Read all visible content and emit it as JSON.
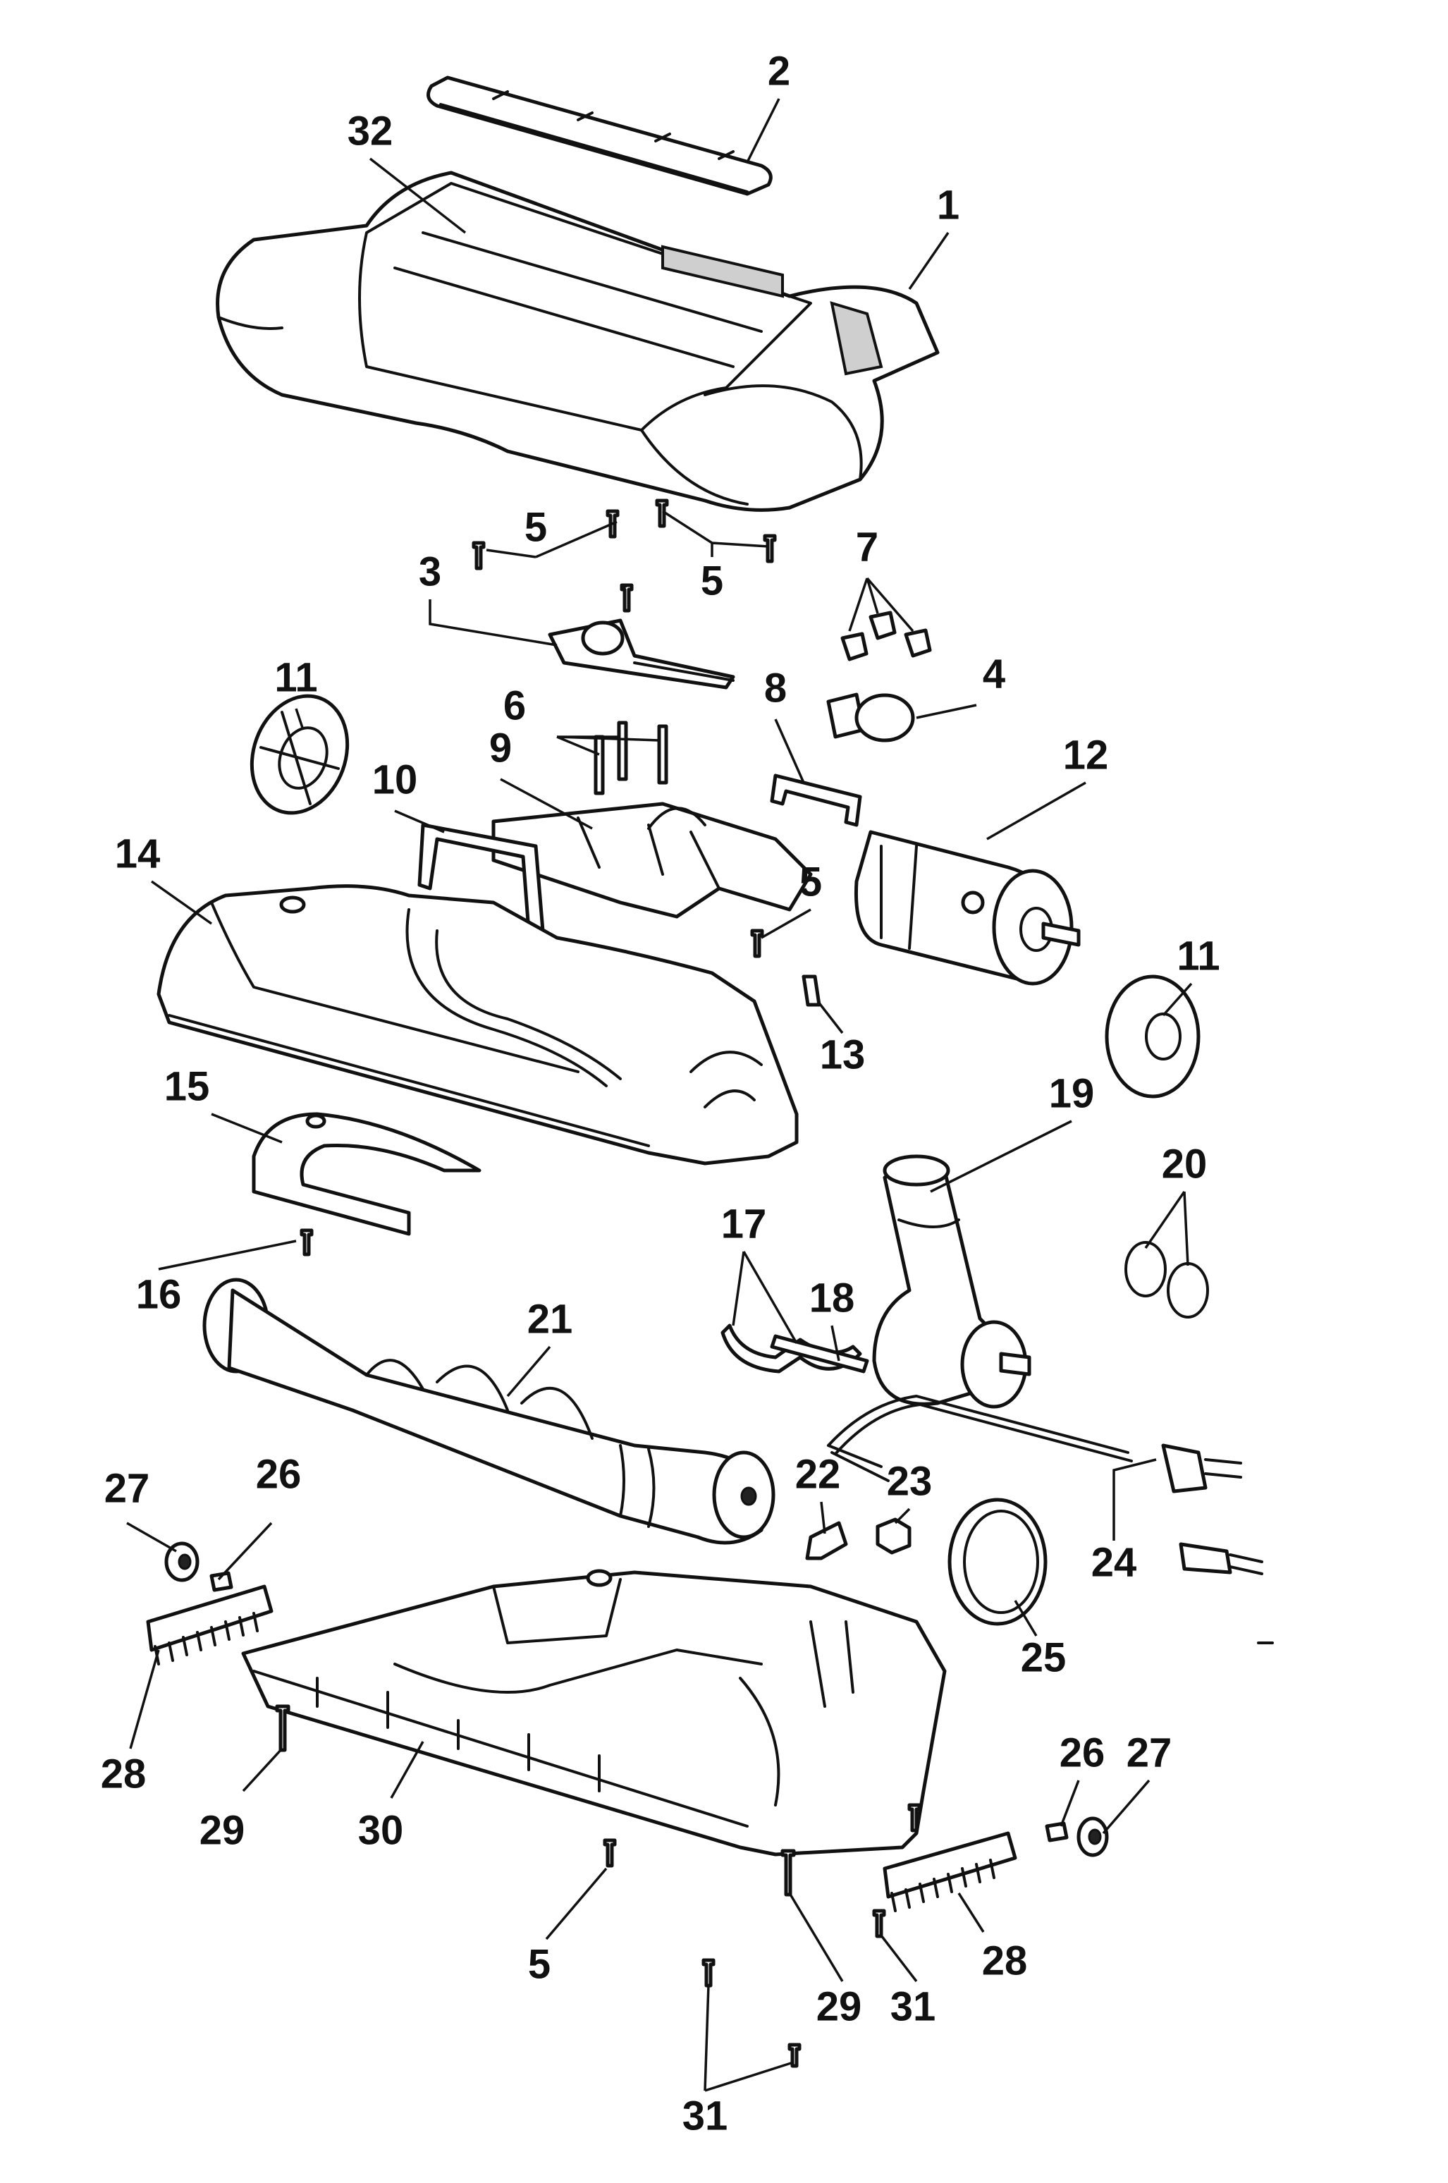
{
  "diagram": {
    "type": "exploded-parts-view",
    "callouts": [
      {
        "id": "c2",
        "label": "2"
      },
      {
        "id": "c32",
        "label": "32"
      },
      {
        "id": "c1",
        "label": "1"
      },
      {
        "id": "c5a",
        "label": "5"
      },
      {
        "id": "c5b",
        "label": "5"
      },
      {
        "id": "c3",
        "label": "3"
      },
      {
        "id": "c7",
        "label": "7"
      },
      {
        "id": "c4",
        "label": "4"
      },
      {
        "id": "c11a",
        "label": "11"
      },
      {
        "id": "c6",
        "label": "6"
      },
      {
        "id": "c8",
        "label": "8"
      },
      {
        "id": "c9",
        "label": "9"
      },
      {
        "id": "c12",
        "label": "12"
      },
      {
        "id": "c10",
        "label": "10"
      },
      {
        "id": "c14",
        "label": "14"
      },
      {
        "id": "c5c",
        "label": "5"
      },
      {
        "id": "c11b",
        "label": "11"
      },
      {
        "id": "c13",
        "label": "13"
      },
      {
        "id": "c15",
        "label": "15"
      },
      {
        "id": "c19",
        "label": "19"
      },
      {
        "id": "c20",
        "label": "20"
      },
      {
        "id": "c16",
        "label": "16"
      },
      {
        "id": "c17",
        "label": "17"
      },
      {
        "id": "c18",
        "label": "18"
      },
      {
        "id": "c21",
        "label": "21"
      },
      {
        "id": "c27a",
        "label": "27"
      },
      {
        "id": "c26a",
        "label": "26"
      },
      {
        "id": "c22",
        "label": "22"
      },
      {
        "id": "c23",
        "label": "23"
      },
      {
        "id": "c24",
        "label": "24"
      },
      {
        "id": "c25",
        "label": "25"
      },
      {
        "id": "c28a",
        "label": "28"
      },
      {
        "id": "c29a",
        "label": "29"
      },
      {
        "id": "c30",
        "label": "30"
      },
      {
        "id": "c26b",
        "label": "26"
      },
      {
        "id": "c27b",
        "label": "27"
      },
      {
        "id": "c5d",
        "label": "5"
      },
      {
        "id": "c28b",
        "label": "28"
      },
      {
        "id": "c29b",
        "label": "29"
      },
      {
        "id": "c31a",
        "label": "31"
      },
      {
        "id": "c31b",
        "label": "31"
      }
    ]
  }
}
